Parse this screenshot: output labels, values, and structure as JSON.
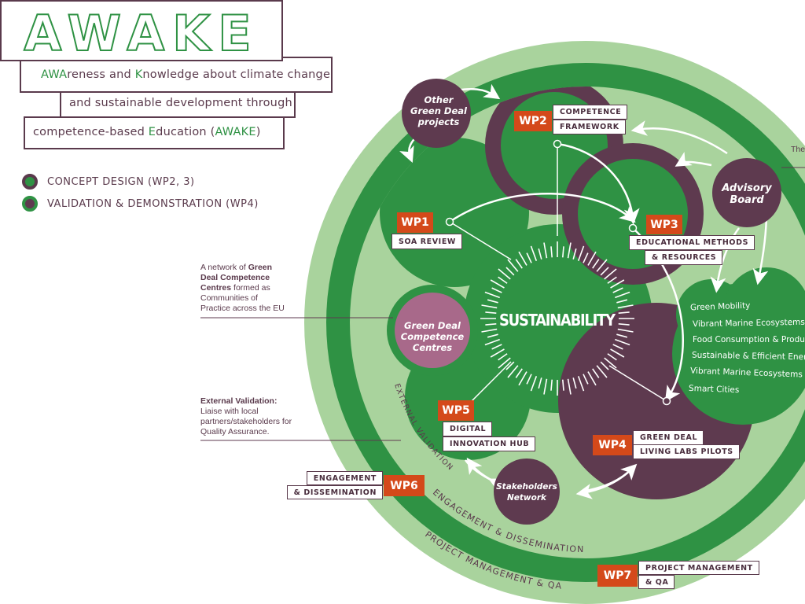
{
  "title": {
    "logo": "AWAKE",
    "line1_green": "AWA",
    "line1_a": "reness and ",
    "line1_green2": "K",
    "line1_b": "nowledge about climate change",
    "line2": "and sustainable development through",
    "line3_a": "competence-based ",
    "line3_green": "E",
    "line3_b": "ducation (",
    "line3_green2": "AWAKE",
    "line3_c": ")"
  },
  "legend": [
    {
      "label": "CONCEPT DESIGN (WP2, 3)",
      "fill": "#2f9244",
      "border": "#5a3a4c"
    },
    {
      "label": "VALIDATION & DEMONSTRATION (WP4)",
      "fill": "#5e3a4f",
      "border": "#2f9244"
    }
  ],
  "notes": {
    "network_a": "A network of ",
    "network_bold": "Green Deal Competence Centres",
    "network_b": " formed as Communities of Practice across the EU",
    "ext_bold": "External Validation:",
    "ext_text": "Liaise with local partners/stakeholders for Quality Assurance.",
    "right_cut": "The"
  },
  "center": "SUSTAINABILITY",
  "nodes": {
    "other": [
      "Other",
      "Green Deal",
      "projects"
    ],
    "advisory": [
      "Advisory",
      "Board"
    ],
    "gdcc": [
      "Green Deal",
      "Competence",
      "Centres"
    ],
    "stakeholders": [
      "Stakeholders",
      "Network"
    ]
  },
  "work_packages": {
    "wp1": {
      "tag": "WP1",
      "lines": [
        "SOA REVIEW"
      ]
    },
    "wp2": {
      "tag": "WP2",
      "lines": [
        "COMPETENCE",
        "FRAMEWORK"
      ]
    },
    "wp3": {
      "tag": "WP3",
      "lines": [
        "EDUCATIONAL METHODS",
        "& RESOURCES"
      ]
    },
    "wp4": {
      "tag": "WP4",
      "lines": [
        "GREEN DEAL",
        "LIVING LABS PILOTS"
      ]
    },
    "wp5": {
      "tag": "WP5",
      "lines": [
        "DIGITAL",
        "INNOVATION HUB"
      ]
    },
    "wp6": {
      "tag": "WP6",
      "lines": [
        "ENGAGEMENT",
        "& DISSEMINATION"
      ]
    },
    "wp7": {
      "tag": "WP7",
      "lines": [
        "PROJECT MANAGEMENT",
        "& QA"
      ]
    }
  },
  "themes": [
    "Green Mobility",
    "Vibrant Marine Ecosystems",
    "Food Consumption & Production",
    "Sustainable & Efficient Energy",
    "Vibrant Marine Ecosystems",
    "Smart Cities"
  ],
  "rings": {
    "external": "EXTERNAL VALIDATION",
    "engagement": "ENGAGEMENT & DISSEMINATION",
    "pm": "PROJECT MANAGEMENT & QA"
  },
  "colors": {
    "light_green": "#a9d39d",
    "dark_green": "#2f9244",
    "purple": "#5e3a4f",
    "pink": "#a8698a",
    "orange": "#d4491a"
  }
}
